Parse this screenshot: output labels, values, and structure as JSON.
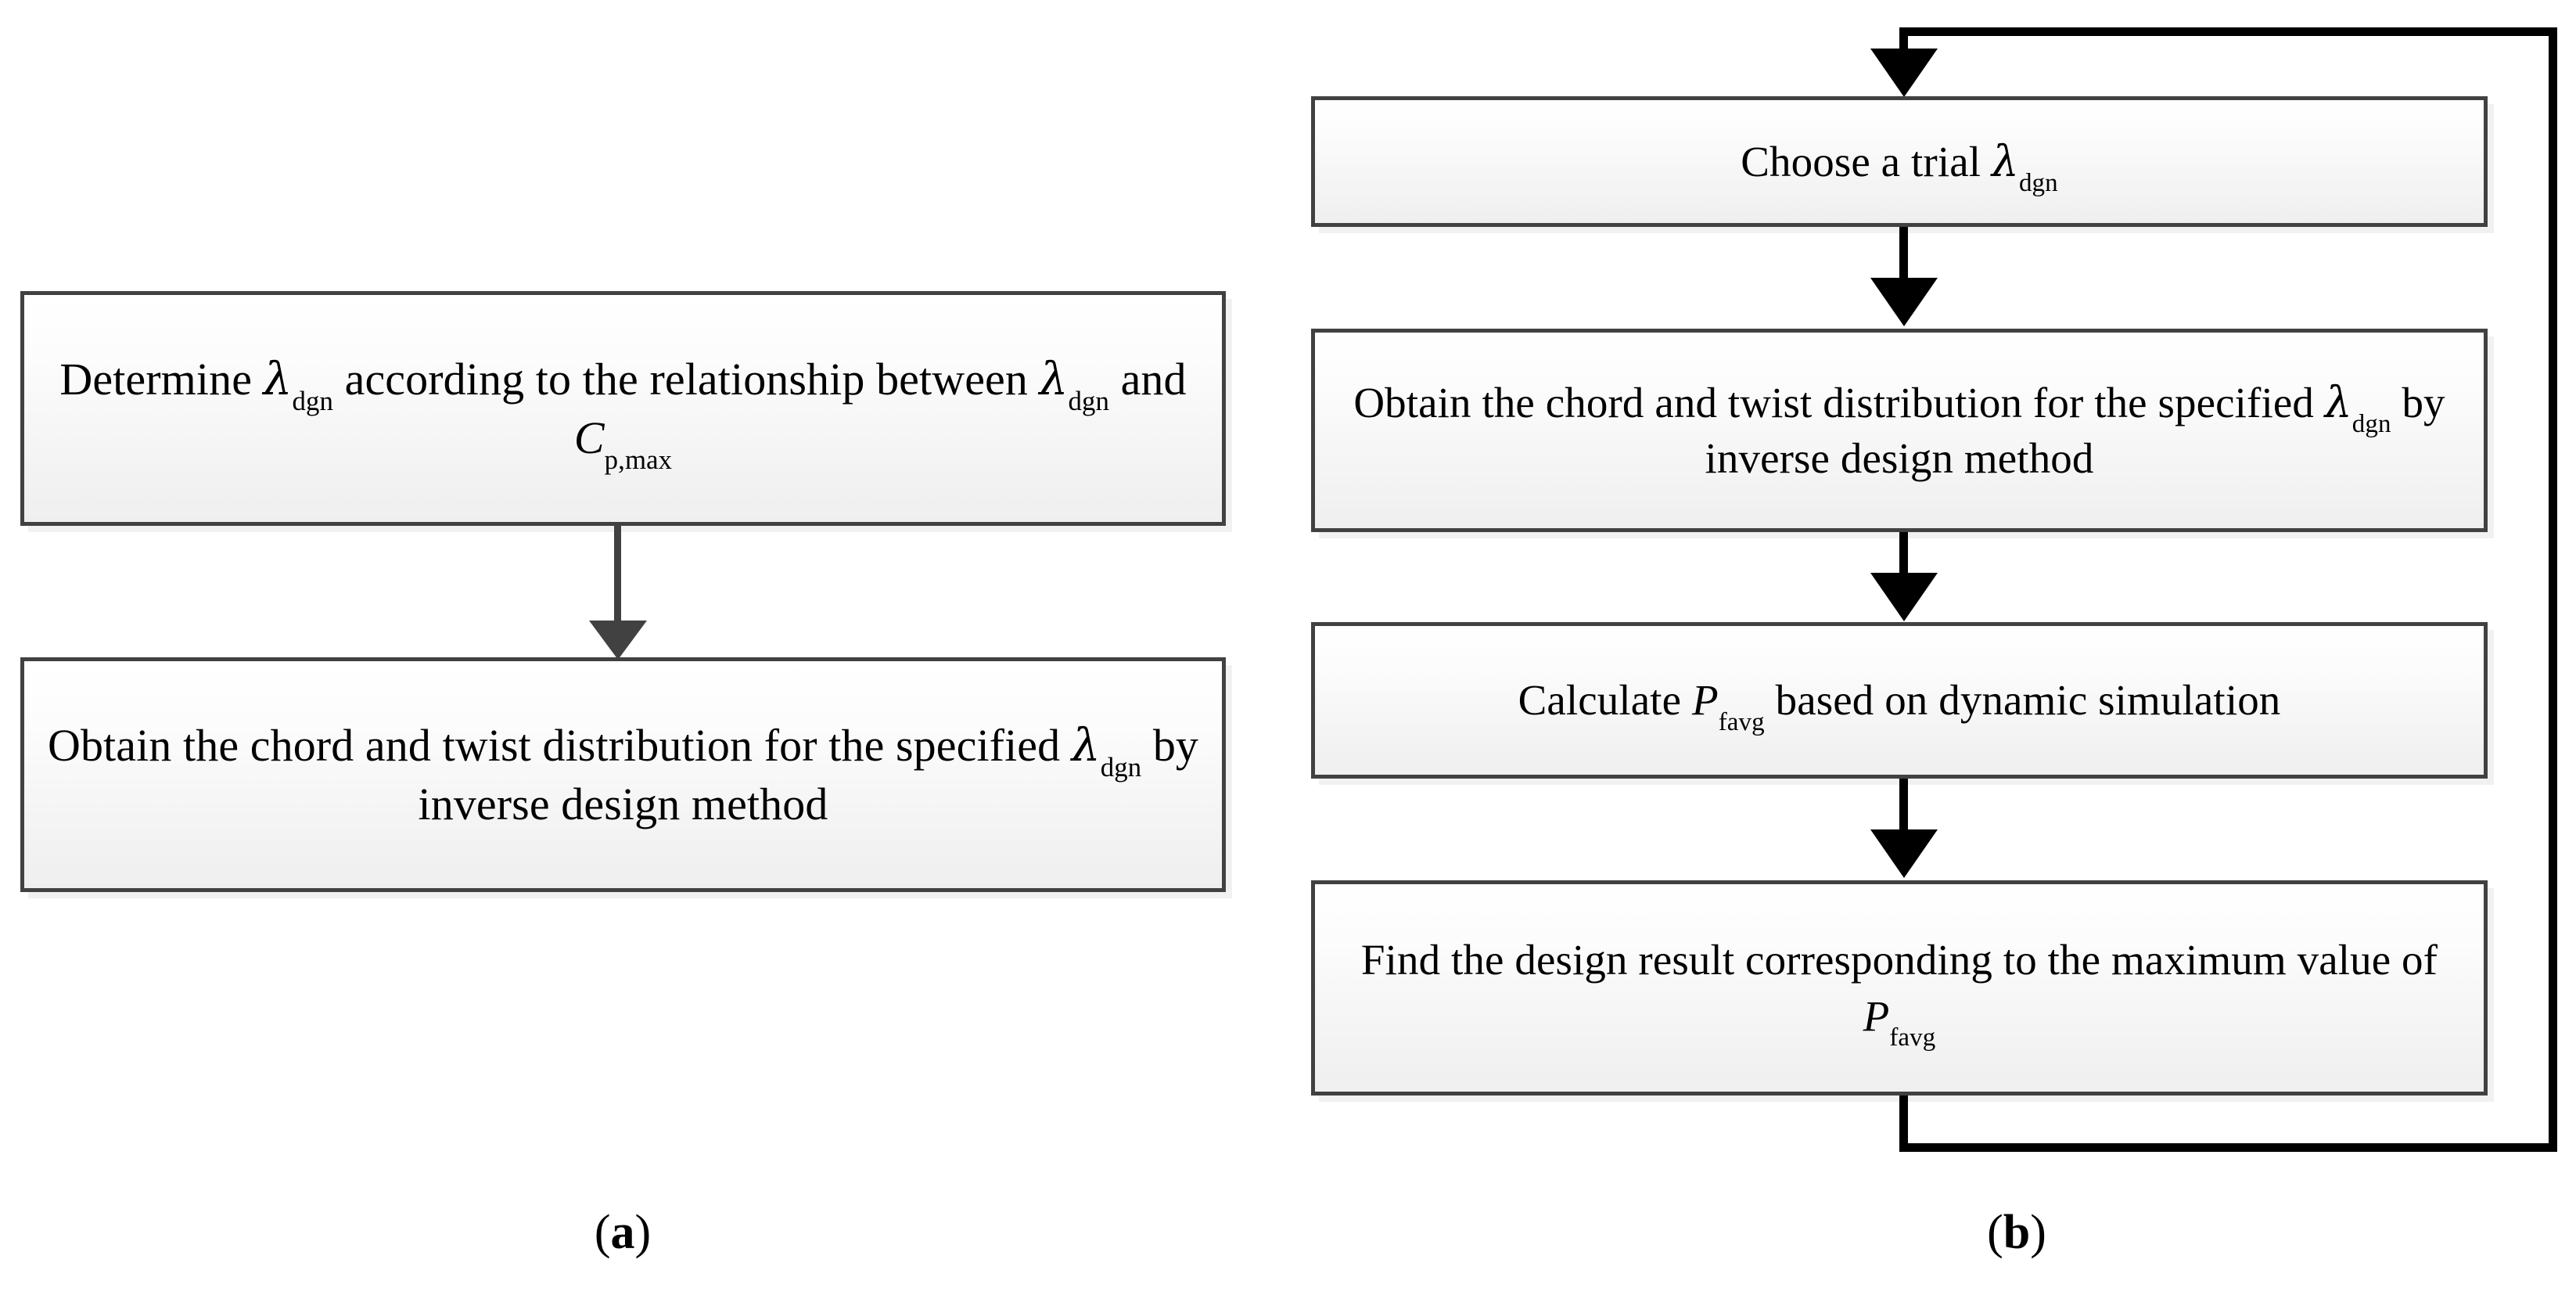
{
  "figure": {
    "type": "flowchart",
    "panels": [
      {
        "id": "a",
        "caption_open": "(",
        "caption_label": "a",
        "caption_close": ")",
        "nodes": [
          {
            "id": "a1",
            "text_parts": [
              "Determine ",
              "λ",
              "dgn",
              " according to the relationship between ",
              "λ",
              "dgn",
              " and ",
              "C",
              "p,max"
            ],
            "plain_text": "Determine λdgn according to the relationship between λdgn and Cp,max"
          },
          {
            "id": "a2",
            "text_parts": [
              "Obtain the chord and twist distribution for the specified ",
              "λ",
              "dgn",
              " by inverse design method"
            ],
            "plain_text": "Obtain the chord and twist distribution for the specified λdgn by inverse design method"
          }
        ],
        "connector_color": "#414141"
      },
      {
        "id": "b",
        "caption_open": "(",
        "caption_label": "b",
        "caption_close": ")",
        "nodes": [
          {
            "id": "b1",
            "text_parts": [
              "Choose a trial ",
              "λ",
              "dgn"
            ],
            "plain_text": "Choose a trial λdgn"
          },
          {
            "id": "b2",
            "text_parts": [
              "Obtain the chord and twist distribution for the specified ",
              "λ",
              "dgn",
              " by inverse design method"
            ],
            "plain_text": "Obtain the chord and twist distribution for the specified λdgn by inverse design method"
          },
          {
            "id": "b3",
            "text_parts": [
              "Calculate ",
              "P",
              "favg",
              " based on dynamic simulation"
            ],
            "plain_text": "Calculate Pfavg based on dynamic simulation"
          },
          {
            "id": "b4",
            "text_parts": [
              "Find the design result corresponding to the maximum value of ",
              "P",
              "favg"
            ],
            "plain_text": "Find the design result corresponding to the maximum value of Pfavg"
          }
        ],
        "connector_color": "#000000",
        "feedback_loop": true
      }
    ],
    "symbols": {
      "lambda": "λ",
      "sub_dgn": "dgn",
      "sub_pmax": "p,max",
      "sub_favg": "favg",
      "cap_c": "C",
      "cap_p": "P"
    },
    "colors": {
      "box_border": "#414141",
      "box_fill_top": "#ffffff",
      "box_fill_bottom": "#efefef",
      "arrow_left": "#414141",
      "arrow_right": "#000000",
      "text": "#000000",
      "background": "#ffffff"
    }
  }
}
